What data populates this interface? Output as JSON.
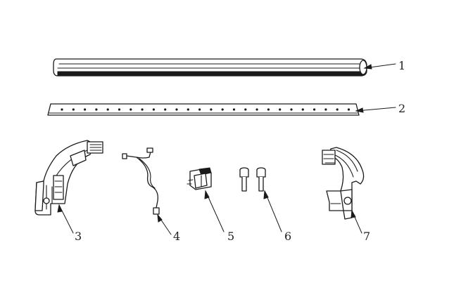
{
  "diagram": {
    "callouts": [
      {
        "id": "1",
        "label": "1"
      },
      {
        "id": "2",
        "label": "2"
      },
      {
        "id": "3",
        "label": "3"
      },
      {
        "id": "4",
        "label": "4"
      },
      {
        "id": "5",
        "label": "5"
      },
      {
        "id": "6",
        "label": "6"
      },
      {
        "id": "7",
        "label": "7"
      }
    ],
    "line_color": "#1a1a1a",
    "background": "#ffffff"
  }
}
